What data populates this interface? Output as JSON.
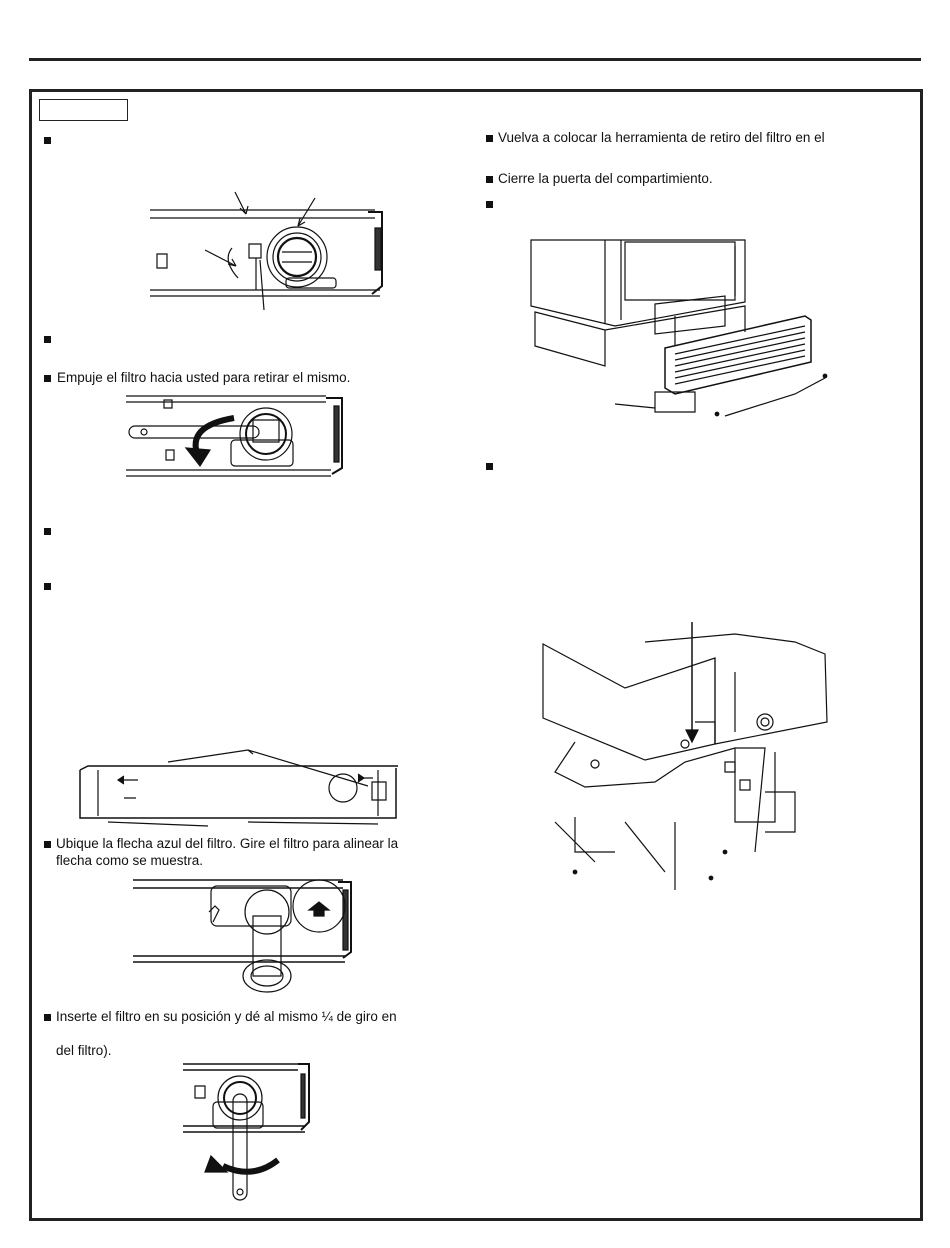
{
  "left_column": {
    "push_filter_text": "Empuje el filtro hacia usted para retirar el mismo.",
    "locate_arrow_text_line1": "Ubique la flecha azul del filtro. Gire el filtro para alinear la",
    "locate_arrow_text_line2": "flecha como se muestra.",
    "insert_filter_text_line1": "Inserte el filtro en su posición y dé al mismo ¼ de giro en",
    "insert_filter_text_line2": "del filtro)."
  },
  "right_column": {
    "replace_tool_text": "Vuelva a colocar la herramienta de retiro del filtro en el",
    "close_door_text": "Cierre la puerta del compartimiento."
  },
  "icons": {
    "bullet": "black-square",
    "illustrations": [
      "filter-housing-illustration",
      "filter-removal-rotation-illustration",
      "filter-compartment-screws-illustration",
      "filter-arrow-alignment-illustration",
      "filter-insert-quarter-turn-illustration",
      "toe-kick-grille-illustration",
      "hinge-bracket-illustration"
    ]
  },
  "colors": {
    "ink": "#111111",
    "frame": "#222222",
    "paper": "#ffffff"
  }
}
